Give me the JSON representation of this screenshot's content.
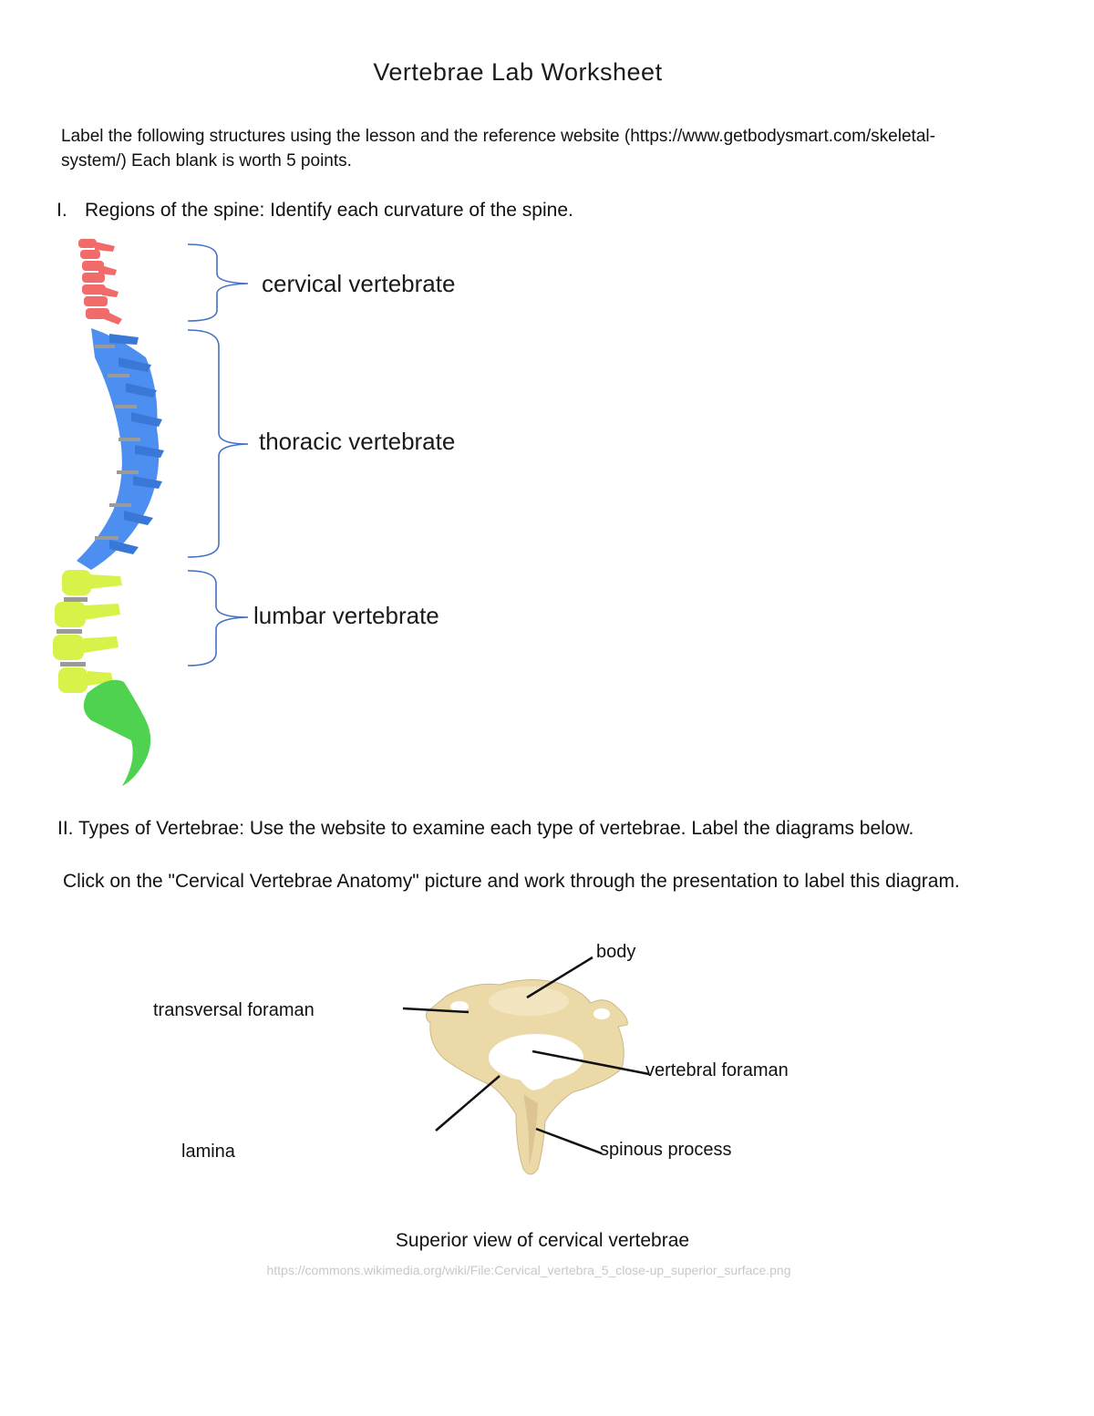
{
  "title": "Vertebrae Lab Worksheet",
  "instructions": "Label the following structures using the lesson and the reference website (https://www.getbodysmart.com/skeletal-system/) Each blank is worth 5 points.",
  "section1": {
    "number": "I.",
    "heading": "Regions of the spine: Identify each curvature of the spine.",
    "labels": {
      "cervical": "cervical vertebrate",
      "thoracic": "thoracic vertebrate",
      "lumbar": "lumbar vertebrate"
    },
    "colors": {
      "cervical": "#f26b6b",
      "thoracic": "#4d8ff0",
      "lumbar": "#d9f24a",
      "sacrum": "#4fd24f",
      "disc": "#9a9a9a",
      "bracket": "#4472c4"
    }
  },
  "section2": {
    "heading": "II. Types of Vertebrae: Use the website to examine each type of vertebrae.  Label the diagrams below.",
    "instruction": "Click on the \"Cervical Vertebrae Anatomy\" picture and work through the presentation to label this diagram.",
    "labels": {
      "body": "body",
      "transversal_foraman": "transversal foraman",
      "vertebral_foraman": "vertebral foraman",
      "lamina": "lamina",
      "spinous_process": "spinous process"
    },
    "caption": "Superior view of cervical vertebrae",
    "source": "https://commons.wikimedia.org/wiki/File:Cervical_vertebra_5_close-up_superior_surface.png",
    "bone_color": "#ecd9a8"
  }
}
